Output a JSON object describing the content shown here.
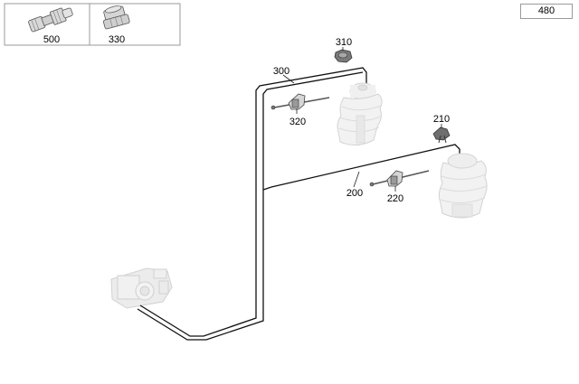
{
  "page_number": "480",
  "legend": [
    {
      "part_no": "500",
      "icon": "fitting-long-icon"
    },
    {
      "part_no": "330",
      "icon": "fitting-short-icon"
    }
  ],
  "callouts": {
    "p310": "310",
    "p300": "300",
    "p320": "320",
    "p210": "210",
    "p200": "200",
    "p220": "220"
  }
}
